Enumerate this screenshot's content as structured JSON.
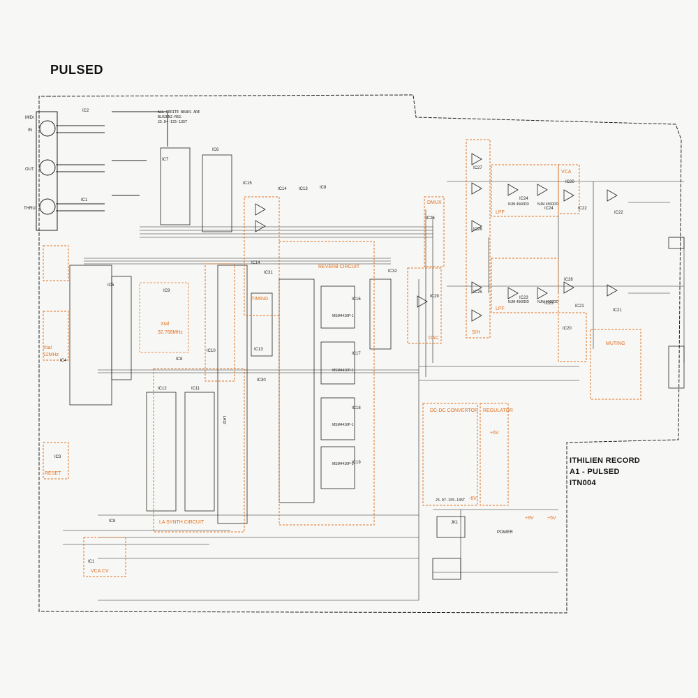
{
  "sheet_title": "PULSED",
  "title_block": {
    "line1": "ITHILIEN RECORD",
    "line2": "A1 - PULSED",
    "line3": "ITN004"
  },
  "notes": {
    "ferrite": "ALL FERITE BEADS ARE",
    "ferrite2": "BL02RN2-R62.",
    "stamp": "25.D4-155-135T",
    "stamp2": "25.D7-155-135T"
  },
  "connectors": {
    "midi": "MIDI",
    "in": "IN",
    "out": "OUT",
    "thru": "THRU"
  },
  "blocks": {
    "reverb": "REVERB CIRCUIT",
    "timing": "TIMING",
    "la_synth": "LA SYNTH CIRCUIT",
    "dmux": "DMUX",
    "lpf1": "LPF",
    "lpf2": "LPF",
    "sh": "S/H",
    "dac": "DAC",
    "vca": "VCA",
    "muting": "MUTING",
    "dcdc": "DC-DC CONVERTOR",
    "regulator": "REGULATOR",
    "reset": "RESET",
    "vca_cv": "VCA CV",
    "xtal1": "Xtal",
    "xtal1_freq": "32.768MHz",
    "xtal2": "Xtal",
    "xtal2_freq": "12MHz",
    "power": "POWER",
    "plus6v": "+6V",
    "minus6v": "-6V",
    "plus9v": "+9V",
    "plus5v": "+5V"
  },
  "ic_labels": {
    "ic2": "IC2",
    "ic1": "IC1",
    "ic7": "IC7",
    "ic6": "IC6",
    "ic15": "IC15",
    "ic14": "IC14",
    "ic13": "IC13",
    "ic8": "IC8",
    "ic5": "IC5",
    "ic9": "IC9",
    "ic4": "IC4",
    "ic10": "IC10",
    "ic12": "IC12",
    "ic11": "IC11",
    "ic3": "IC3",
    "ic8b": "IC8",
    "ic8c": "IC8",
    "ic1b": "IC1",
    "ic14b": "IC14",
    "ic31": "IC31",
    "ic13b": "IC13",
    "ic30": "IC30",
    "ic16": "IC16",
    "ic17": "IC17",
    "ic18": "IC18",
    "ic19": "IC19",
    "ic32": "IC32",
    "ic29": "IC29",
    "ic26": "IC26",
    "ic27": "IC27",
    "ic26b": "IC26",
    "ic25": "IC25",
    "ic24": "IC24",
    "ic24b": "IC24",
    "ic23": "IC23",
    "ic23b": "IC23",
    "ic20": "IC20",
    "ic22": "IC22",
    "ic22b": "IC22",
    "ic28": "IC28",
    "ic21": "IC21",
    "ic21b": "IC21",
    "ic20b": "IC20",
    "jk1": "JK1"
  },
  "part_numbers": {
    "mem1": "MSM4416P-1",
    "mem2": "MSM4416P-1",
    "mem3": "MSM4416P-1",
    "mem4": "MSM4416P-1",
    "njm1": "NJM 4560DD",
    "njm2": "NJM 4560DD",
    "njm3": "NJM 4560DD",
    "njm4": "NJM 4560DD",
    "lair": "LA32"
  },
  "colors": {
    "ink": "#1a1a1a",
    "annotation": "#e07020",
    "paper": "#f7f7f5"
  }
}
